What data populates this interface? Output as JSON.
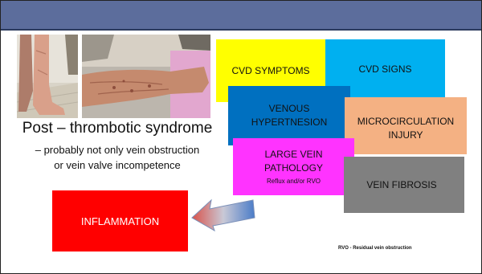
{
  "slide": {
    "caption": {
      "title": "Post – thrombotic syndrome",
      "subtitle_line1": "– probably not only vein obstruction",
      "subtitle_line2": "or vein valve incompetence"
    },
    "boxes": {
      "cvd_symptoms": "CVD SYMPTOMS",
      "cvd_signs": "CVD SIGNS",
      "venous_hypertension_line1": "VENOUS",
      "venous_hypertension_line2": "HYPERTNESION",
      "microcirculation_line1": "MICROCIRCULATION",
      "microcirculation_line2": "INJURY",
      "large_vein_line1": "LARGE VEIN",
      "large_vein_line2": "PATHOLOGY",
      "large_vein_sub": "Reflux and/or RVO",
      "vein_fibrosis": "VEIN FIBROSIS",
      "inflammation": "INFLAMMATION"
    },
    "footnote": "RVO - Residual vein obstruction",
    "colors": {
      "title_bar": "#5c6d9c",
      "cvd_symptoms": "#ffff00",
      "cvd_signs": "#00b0f0",
      "venous_hypertension": "#0070c0",
      "microcirculation": "#f4b183",
      "large_vein": "#ff33ff",
      "vein_fibrosis": "#808080",
      "inflammation": "#ff0000"
    }
  }
}
